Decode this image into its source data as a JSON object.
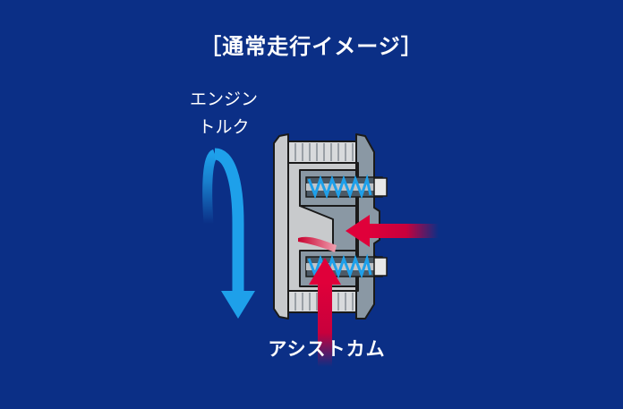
{
  "title": "［通常走行イメージ］",
  "labels": {
    "engine_torque_line1": "エンジン",
    "engine_torque_line2": "トルク",
    "assist_cam": "アシストカム"
  },
  "colors": {
    "background": "#0b2f86",
    "torque_arrow": "#1ea0ea",
    "force_arrow": "#e0003a",
    "spring": "#1ea0ea",
    "housing_light": "#c8cacc",
    "housing_dark": "#8a98a4",
    "outline": "#1a1a1a"
  },
  "icons": {
    "torque_arrow": "rotation-arrow-down",
    "force_arrow_horizontal": "arrow-left",
    "force_arrow_vertical": "arrow-up"
  }
}
